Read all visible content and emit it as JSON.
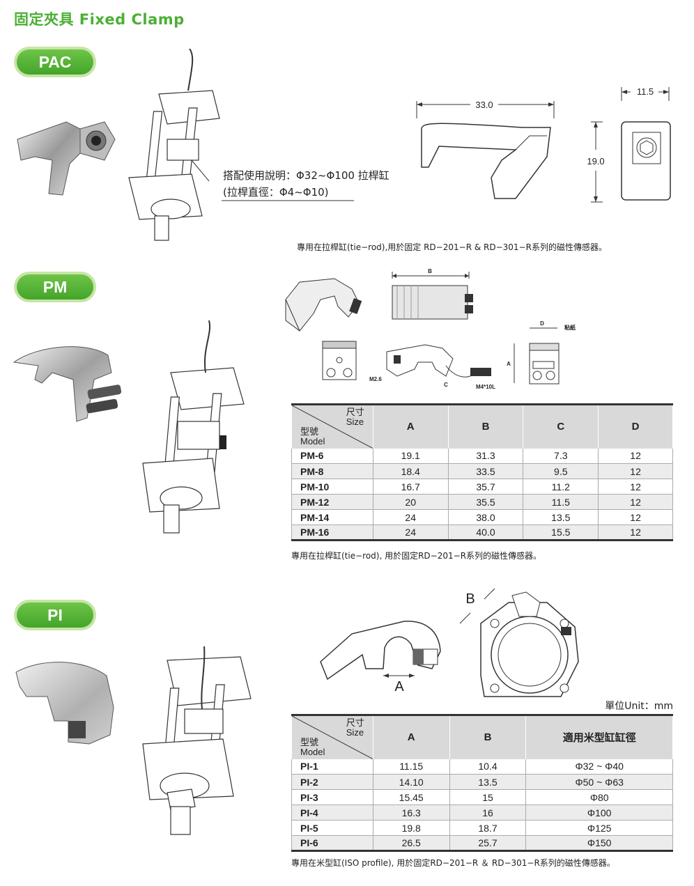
{
  "page": {
    "title": "固定夾具 Fixed Clamp"
  },
  "pac": {
    "badge": "PAC",
    "usage_line1": "搭配使用說明：Φ32~Φ100 拉桿缸",
    "usage_line2": "(拉桿直徑：Φ4~Φ10)",
    "dim_width": "33.0",
    "dim_side_width": "11.5",
    "dim_height": "19.0",
    "note": "專用在拉桿缸(tie−rod),用於固定 RD−201−R & RD−301−R系列的磁性傳感器。"
  },
  "pm": {
    "badge": "PM",
    "diagram_labels": {
      "b": "B",
      "d": "D",
      "a": "A",
      "c": "C",
      "sticker": "粘紙",
      "m26": "M2.6",
      "m4": "M4*10L"
    },
    "table": {
      "size_label": "尺寸",
      "size_en": "Size",
      "model_label": "型號",
      "model_en": "Model",
      "columns": [
        "A",
        "B",
        "C",
        "D"
      ],
      "rows": [
        {
          "model": "PM-6",
          "cells": [
            "19.1",
            "31.3",
            "7.3",
            "12"
          ]
        },
        {
          "model": "PM-8",
          "cells": [
            "18.4",
            "33.5",
            "9.5",
            "12"
          ]
        },
        {
          "model": "PM-10",
          "cells": [
            "16.7",
            "35.7",
            "11.2",
            "12"
          ]
        },
        {
          "model": "PM-12",
          "cells": [
            "20",
            "35.5",
            "11.5",
            "12"
          ]
        },
        {
          "model": "PM-14",
          "cells": [
            "24",
            "38.0",
            "13.5",
            "12"
          ]
        },
        {
          "model": "PM-16",
          "cells": [
            "24",
            "40.0",
            "15.5",
            "12"
          ]
        }
      ]
    },
    "note": "專用在拉桿缸(tie−rod), 用於固定RD−201−R系列的磁性傳感器。"
  },
  "pi": {
    "badge": "PI",
    "diagram_labels": {
      "a": "A",
      "b": "B"
    },
    "unit_label": "單位Unit：mm",
    "table": {
      "size_label": "尺寸",
      "size_en": "Size",
      "model_label": "型號",
      "model_en": "Model",
      "columns": [
        "A",
        "B",
        "適用米型缸缸徑"
      ],
      "rows": [
        {
          "model": "PI-1",
          "cells": [
            "11.15",
            "10.4",
            "Φ32 ~ Φ40"
          ]
        },
        {
          "model": "PI-2",
          "cells": [
            "14.10",
            "13.5",
            "Φ50 ~ Φ63"
          ]
        },
        {
          "model": "PI-3",
          "cells": [
            "15.45",
            "15",
            "Φ80"
          ]
        },
        {
          "model": "PI-4",
          "cells": [
            "16.3",
            "16",
            "Φ100"
          ]
        },
        {
          "model": "PI-5",
          "cells": [
            "19.8",
            "18.7",
            "Φ125"
          ]
        },
        {
          "model": "PI-6",
          "cells": [
            "26.5",
            "25.7",
            "Φ150"
          ]
        }
      ]
    },
    "note": "專用在米型缸(ISO profile), 用於固定RD−201−R ＆ RD−301−R系列的磁性傳感器。"
  },
  "colors": {
    "accent_green": "#4caf36",
    "badge_green": "#43a52a",
    "table_header": "#d9d9d9"
  }
}
